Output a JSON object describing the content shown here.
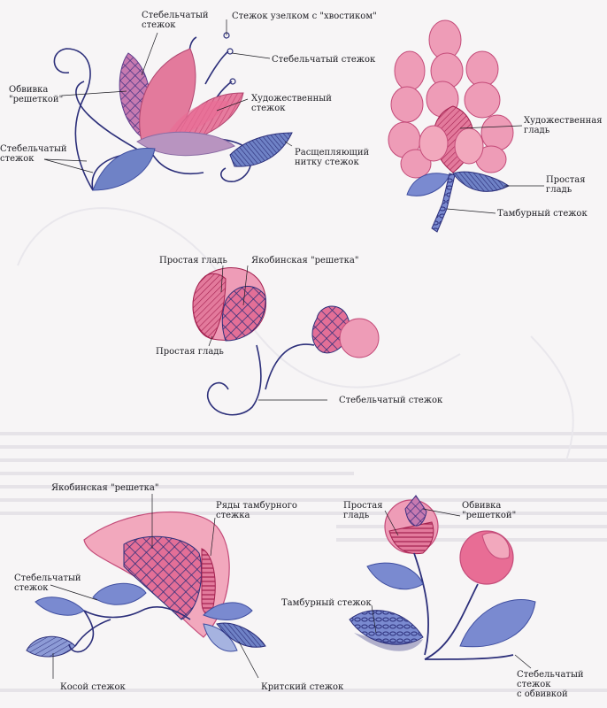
{
  "page_title": "Embroidery stitch illustrations",
  "colors": {
    "pink": "#e77fa0",
    "pink_light": "#f2a8bd",
    "pink_dark": "#c84a78",
    "blue": "#6f82c6",
    "blue_light": "#a6b3e0",
    "navy": "#2c2f7a",
    "mauve": "#b894c0",
    "paper": "#f7f5f6"
  },
  "labels": {
    "stem_top": "Стебельчатый\nстежок",
    "knot_tail": "Стежок узелком с \"хвостиком\"",
    "stem_right": "Стебельчатый стежок",
    "couching_lattice": "Обвивка\n\"решеткой\"",
    "art_stitch": "Художественный\nстежок",
    "stem_left": "Стебельчатый\nстежок",
    "split_stitch": "Расщепляющий\nнитку стежок",
    "art_satin": "Художественная\nгладь",
    "simple_satin_r": "Простая\nгладь",
    "chain_r": "Тамбурный стежок",
    "simple_satin_mid": "Простая гладь",
    "jacobean_lattice_mid": "Якобинская \"решетка\"",
    "simple_satin_mid2": "Простая гладь",
    "stem_mid": "Стебельчатый стежок",
    "jacobean_lattice_bl": "Якобинская \"решетка\"",
    "chain_rows": "Ряды тамбурного\nстежка",
    "stem_bl": "Стебельчатый\nстежок",
    "slanted": "Косой стежок",
    "cretan": "Критский стежок",
    "simple_satin_br": "Простая\nгладь",
    "couching_lattice_br": "Обвивка\n\"решеткой\"",
    "chain_br": "Тамбурный стежок",
    "stem_couched_br": "Стебельчатый\nстежок\nс обвивкой"
  }
}
